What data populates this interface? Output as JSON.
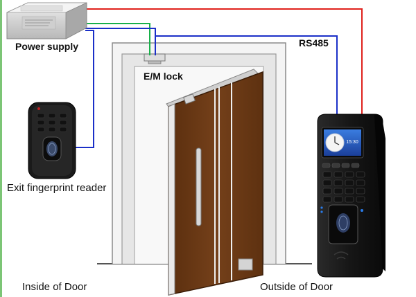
{
  "labels": {
    "power_supply": "Power supply",
    "em_lock": "E/M lock",
    "rs485": "RS485",
    "exit_reader": "Exit fingerprint reader",
    "inside": "Inside of Door",
    "outside": "Outside of Door"
  },
  "terminal": {
    "clock_time": "15:30"
  },
  "colors": {
    "wire_red": "#e0201c",
    "wire_green": "#18b04a",
    "wire_blue": "#1a2fc8",
    "door": "#6b3814",
    "frame_border": "#7cc576"
  }
}
